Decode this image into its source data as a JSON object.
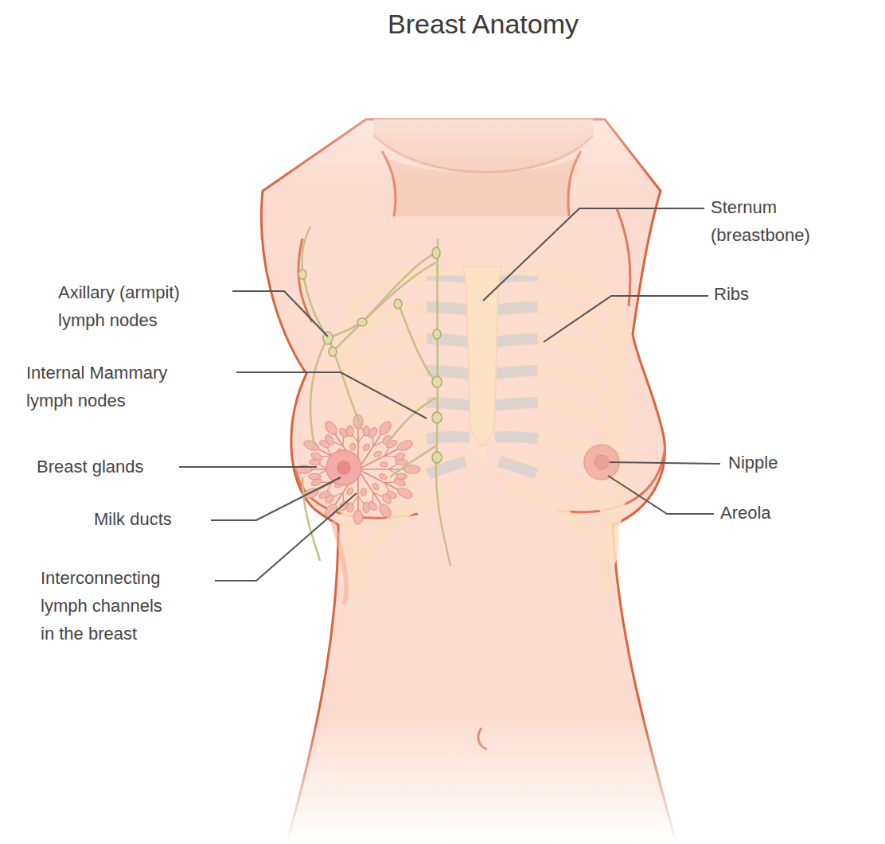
{
  "diagram": {
    "title": "Breast Anatomy",
    "labels": [
      "Axillary (armpit) lymph nodes",
      "Internal Mammary lymph nodes",
      "Breast glands",
      "Milk ducts",
      "Interconnecting lymph channels in the breast",
      "Sternum (breastbone)",
      "Ribs",
      "Nipple",
      "Areola"
    ]
  }
}
